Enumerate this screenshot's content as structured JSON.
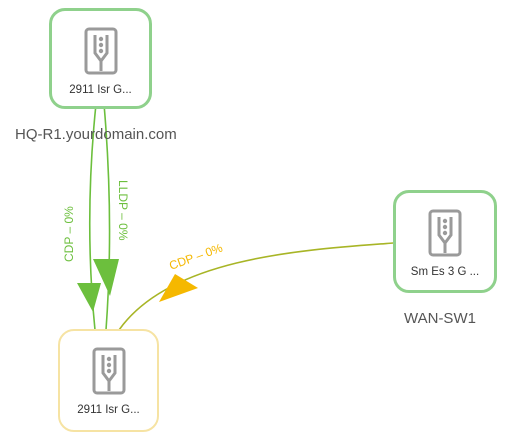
{
  "colors": {
    "ok": "#6cbf3d",
    "warn": "#f5b800",
    "node_ok_border": "#8fd18c",
    "node_warn_border": "#f6e3a3",
    "icon": "#9a9a9a"
  },
  "nodes": {
    "hq_r1": {
      "model": "2911 Isr G...",
      "hostname": "HQ-R1.yourdomain.com",
      "icon": "router-icon",
      "status": "ok"
    },
    "wan_sw1": {
      "model": "Sm Es 3 G ...",
      "hostname": "WAN-SW1",
      "icon": "router-icon",
      "status": "ok"
    },
    "bottom_router": {
      "model": "2911 Isr G...",
      "icon": "router-icon",
      "status": "warn"
    }
  },
  "links": {
    "cdp_left": "CDP – 0%",
    "lldp": "LLDP – 0%",
    "cdp_wan": "CDP – 0%"
  }
}
